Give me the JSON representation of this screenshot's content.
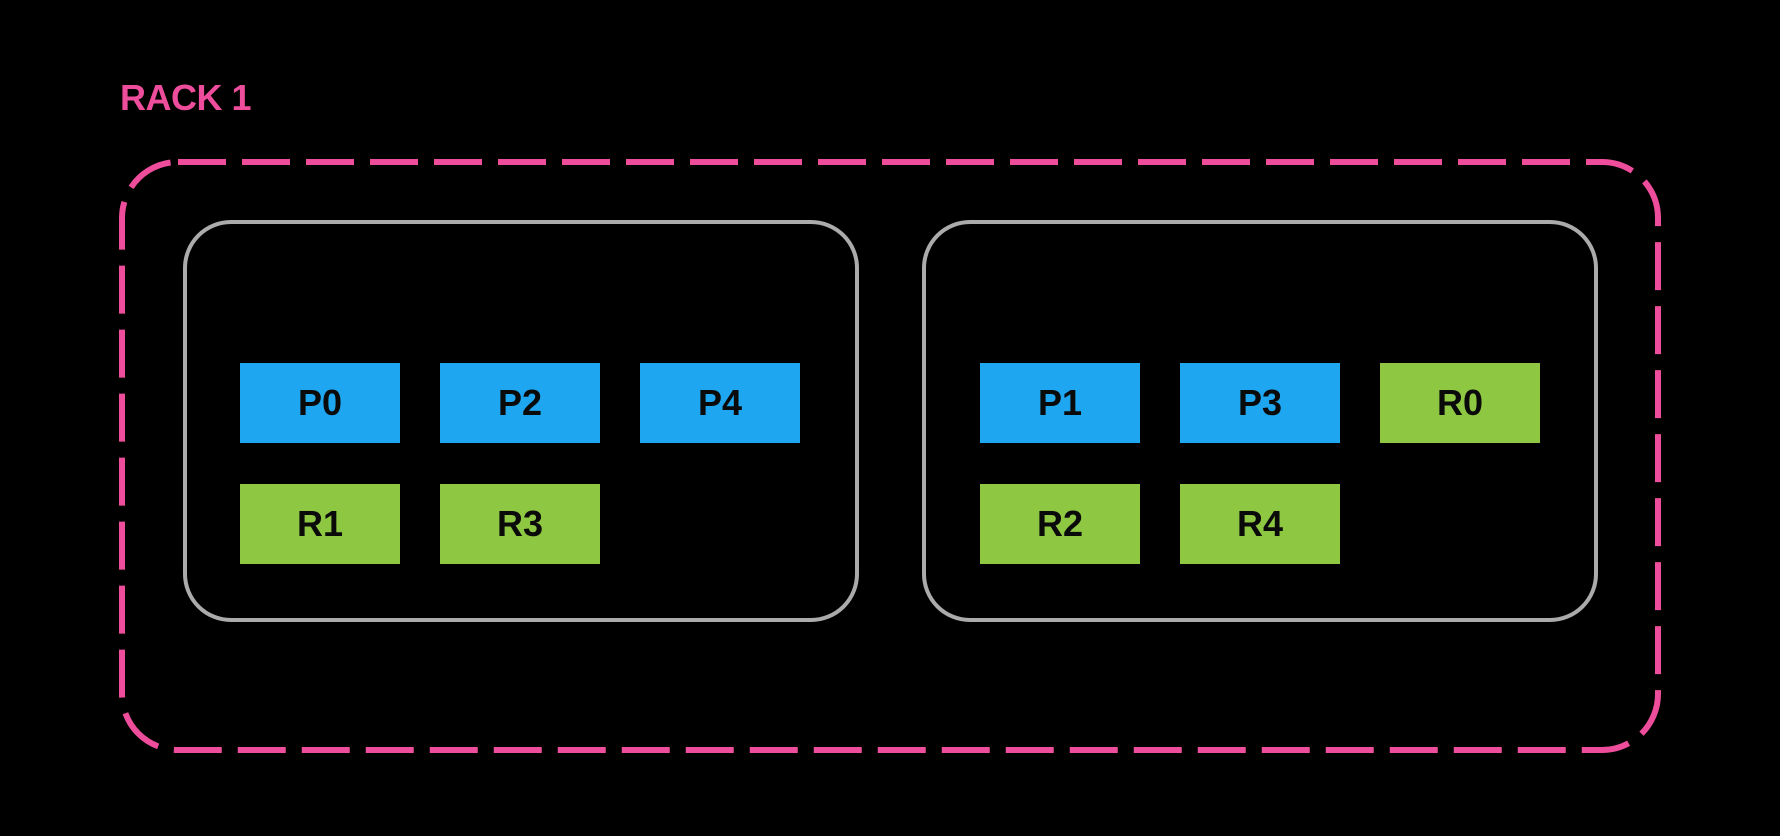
{
  "colors": {
    "background": "#000000",
    "rack_border": "#EE4D9B",
    "node_border": "#ABABAB",
    "primary_shard": "#1EA7F0",
    "replica_shard": "#8EC741",
    "shard_label": "#0A0A0A"
  },
  "rack": {
    "label": "RACK 1"
  },
  "nodes": [
    {
      "blocks": [
        {
          "label": "P0",
          "type": "primary"
        },
        {
          "label": "P2",
          "type": "primary"
        },
        {
          "label": "P4",
          "type": "primary"
        },
        {
          "label": "R1",
          "type": "replica"
        },
        {
          "label": "R3",
          "type": "replica"
        }
      ]
    },
    {
      "blocks": [
        {
          "label": "P1",
          "type": "primary"
        },
        {
          "label": "P3",
          "type": "primary"
        },
        {
          "label": "R0",
          "type": "replica"
        },
        {
          "label": "R2",
          "type": "replica"
        },
        {
          "label": "R4",
          "type": "replica"
        }
      ]
    }
  ]
}
